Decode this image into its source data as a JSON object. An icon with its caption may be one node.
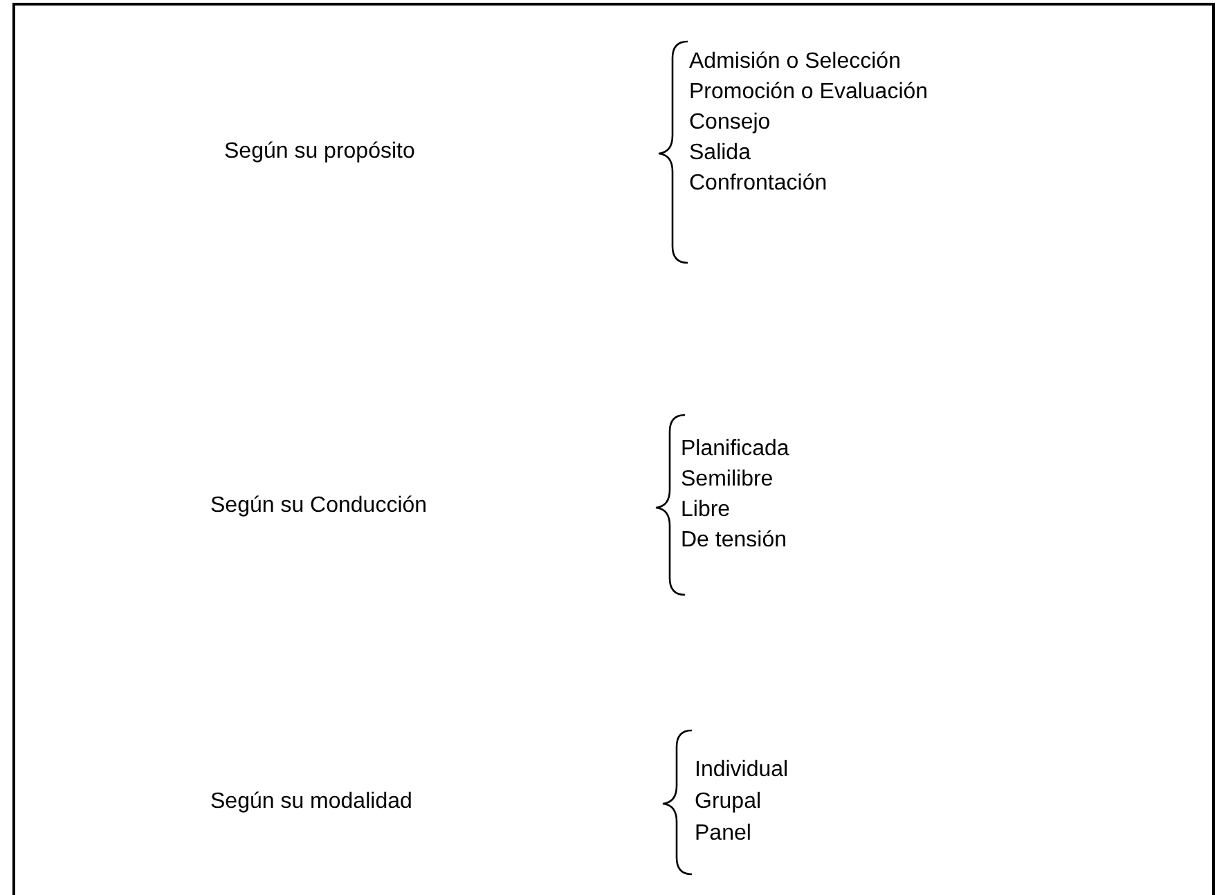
{
  "diagram": {
    "labels": [
      "Según su propósito",
      "Admisión o Selección",
      "Promoción o Evaluación",
      "Consejo",
      "Salida",
      "Confrontación",
      "Según su Conducción",
      "Planificada",
      "Semilibre",
      "Libre",
      "De tensión",
      "Según su modalidad",
      "Individual",
      "Grupal",
      "Panel"
    ]
  }
}
